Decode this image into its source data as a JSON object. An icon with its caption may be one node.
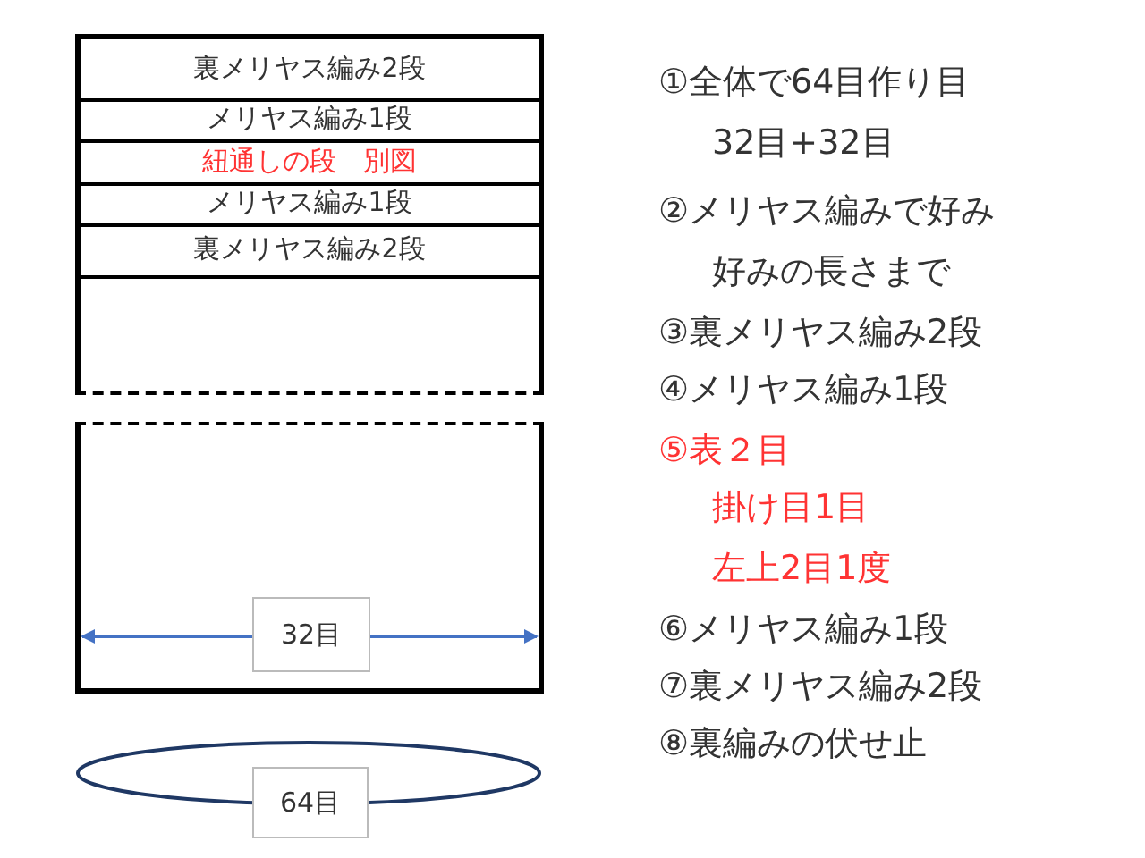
{
  "diagram": {
    "nodes": [
      {
        "text": [],
        "shape": "box"
      },
      {
        "text": [
          "裏メリヤス編み2段"
        ],
        "in": 0
      },
      {
        "text": [
          "メリヤス編み1段"
        ],
        "in": 0
      },
      {
        "text": [
          "紐通しの段　別図"
        ],
        "in": 0
      },
      {
        "text": [
          "メリヤス編み1段"
        ],
        "in": 0
      },
      {
        "text": [
          "裏メリヤス編み2段"
        ],
        "in": 0
      },
      {
        "text": [],
        "shape": "box"
      },
      {
        "text": [
          "32目"
        ],
        "in": 6
      },
      {
        "text": [],
        "shape": "ellipse"
      },
      {
        "text": [
          "64目"
        ]
      }
    ],
    "edges": [],
    "labels": [
      "①全体で64目作り目",
      "32目+32目",
      "②メリヤス編みで好み",
      "好みの長さまで",
      "③裏メリヤス編み2段",
      "④メリヤス編み1段",
      "⑤表２目",
      "掛け目1目",
      "左上2目1度",
      "⑥メリヤス編み1段",
      "⑦裏メリヤス編み2段",
      "⑧裏編みの伏せ止"
    ]
  }
}
